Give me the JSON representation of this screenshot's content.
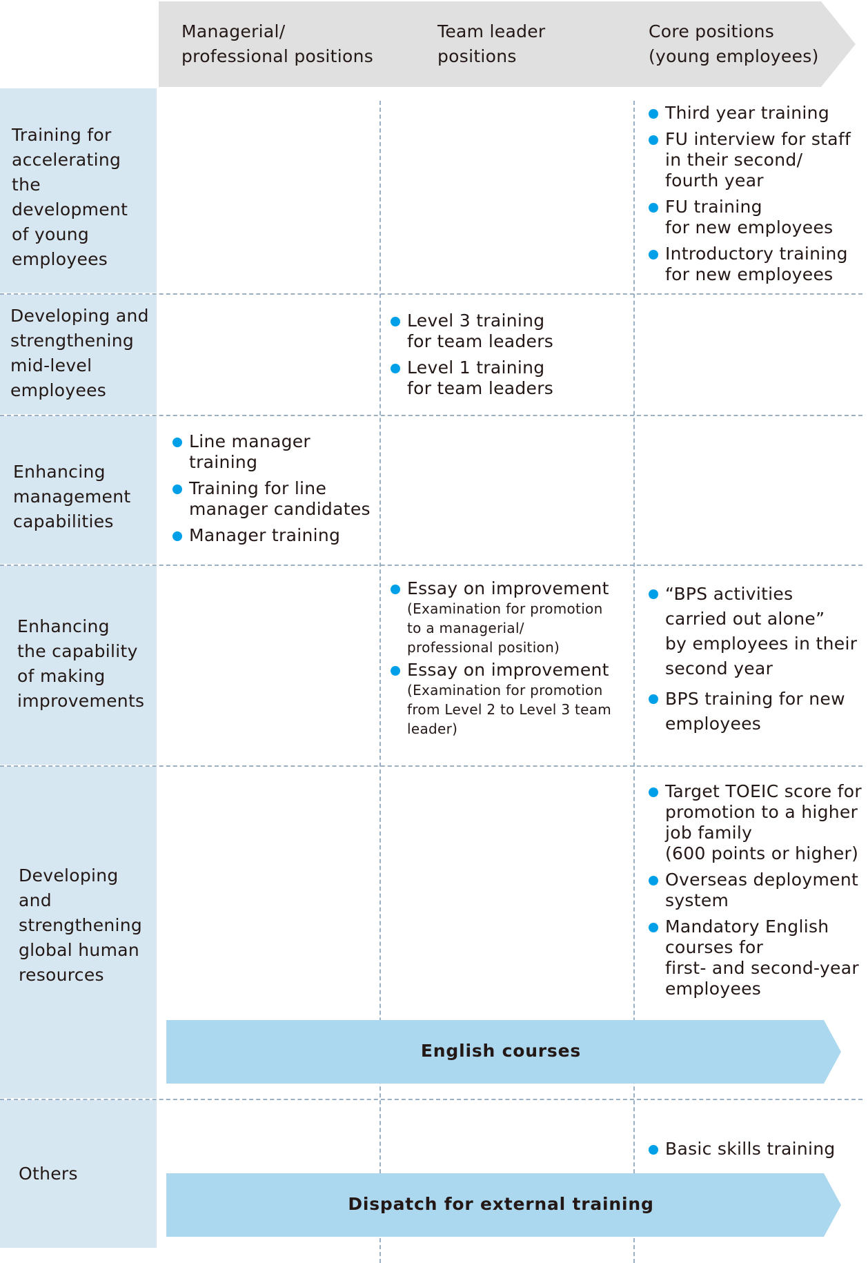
{
  "colors": {
    "header_fill": "#e0e0e0",
    "row_label_fill": "#d6e7f1",
    "band_fill": "#abd8ee",
    "bullet": "#00a0e9",
    "divider": "#9ab0c2"
  },
  "columns": [
    {
      "label": "Managerial/\nprofessional positions"
    },
    {
      "label": "Team leader\npositions"
    },
    {
      "label": "Core positions\n(young employees)"
    }
  ],
  "rows": [
    {
      "label": "Training for\naccelerating\nthe development\nof young\nemployees",
      "core": [
        {
          "text": "Third year training"
        },
        {
          "text": "FU interview for staff\n in their second/\n fourth year"
        },
        {
          "text": "FU training\n for new employees"
        },
        {
          "text": "Introductory training\n for new employees"
        }
      ]
    },
    {
      "label": "Developing and\nstrengthening\nmid-level\nemployees",
      "team_leader": [
        {
          "text": "Level 3 training\n for team leaders"
        },
        {
          "text": "Level 1 training\n for team leaders"
        }
      ]
    },
    {
      "label": "Enhancing\nmanagement\ncapabilities",
      "managerial": [
        {
          "text": " Line manager\ntraining"
        },
        {
          "text": "Training for line\nmanager candidates"
        },
        {
          "text": "Manager training"
        }
      ]
    },
    {
      "label": "Enhancing\nthe capability\nof  making\nimprovements",
      "team_leader": [
        {
          "text": "Essay on improvement",
          "note": "(Examination for promotion\nto a managerial/\nprofessional position)"
        },
        {
          "text": "Essay on improvement",
          "note": "(Examination for promotion\nfrom Level 2 to Level 3 team\nleader)"
        }
      ],
      "core": [
        {
          "text": "“BPS activities\n carried out alone”\n by employees in their\n second year"
        },
        {
          "text": "BPS training for new\n employees"
        }
      ]
    },
    {
      "label": "Developing\nand\nstrengthening\nglobal human\nresources",
      "core": [
        {
          "text": "Target TOEIC score for\n promotion to a higher\n job family\n (600 points or higher)"
        },
        {
          "text": "Overseas deployment\n system"
        },
        {
          "text": "Mandatory English\n courses for\n first- and second-year\n employees"
        }
      ],
      "band": "English courses"
    },
    {
      "label": "Others",
      "core": [
        {
          "text": "Basic skills training"
        }
      ],
      "band": "Dispatch for external training"
    }
  ]
}
